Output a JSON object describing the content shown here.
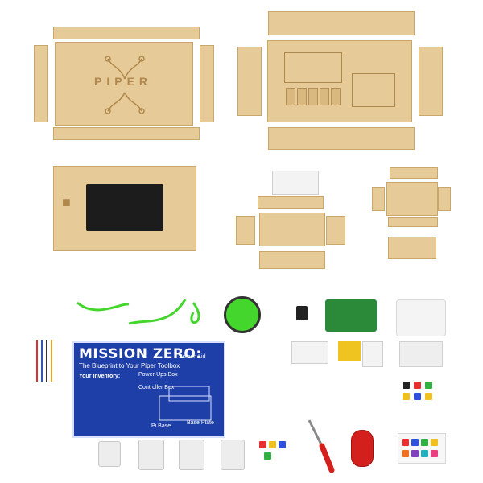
{
  "blueprint": {
    "title": "MISSION ZERO:",
    "subtitle": "The Blueprint to Your Piper Toolbox",
    "inventory_label": "Your Inventory:",
    "labels": [
      "Screen Lid",
      "Power-Ups Box",
      "Controller Box",
      "Pi Base",
      "Base Plate"
    ]
  },
  "board_etching": "PIPER",
  "colors": {
    "wood": "#e6cb98",
    "blueprint": "#1f3fa8",
    "cable_green": "#44d62c",
    "screwdriver_red": "#d3201d",
    "pi_green": "#2a8a3a"
  },
  "icons": [
    "wood-panels",
    "screen-panel",
    "usb-cable",
    "speaker",
    "microsd-card",
    "raspberry-pi",
    "breadboard",
    "jumper-wires",
    "screwdriver",
    "mouse",
    "stickers"
  ]
}
